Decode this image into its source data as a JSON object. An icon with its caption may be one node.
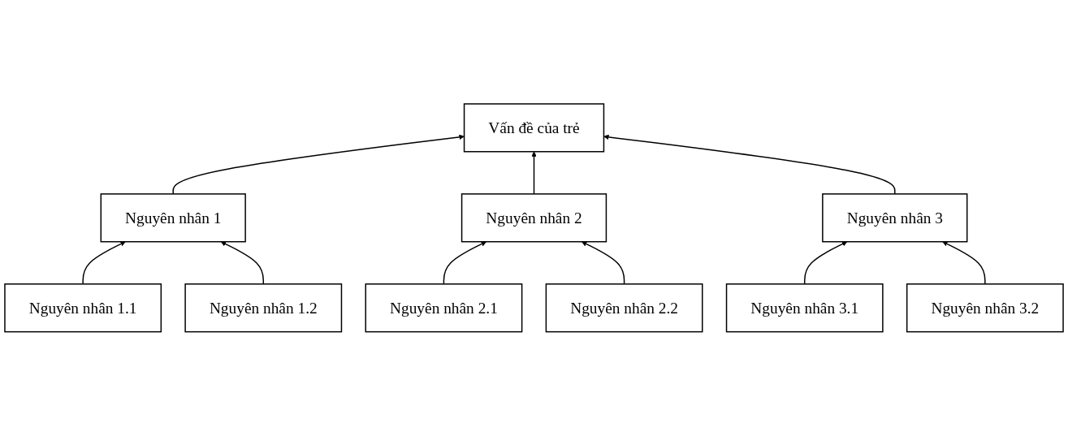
{
  "diagram": {
    "nodes": [
      {
        "text": [
          "Vấn đề của trẻ"
        ]
      },
      {
        "text": [
          "Nguyên nhân 1"
        ]
      },
      {
        "text": [
          "Nguyên nhân 2"
        ]
      },
      {
        "text": [
          "Nguyên nhân 3"
        ]
      },
      {
        "text": [
          "Nguyên nhân 1.1"
        ]
      },
      {
        "text": [
          "Nguyên nhân 1.2"
        ]
      },
      {
        "text": [
          "Nguyên nhân 2.1"
        ]
      },
      {
        "text": [
          "Nguyên nhân 2.2"
        ]
      },
      {
        "text": [
          "Nguyên nhân 3.1"
        ]
      },
      {
        "text": [
          "Nguyên nhân 3.2"
        ]
      }
    ],
    "edges": [
      {
        "from": 1,
        "to": 0,
        "arrow": "to"
      },
      {
        "from": 2,
        "to": 0,
        "arrow": "to"
      },
      {
        "from": 3,
        "to": 0,
        "arrow": "to"
      },
      {
        "from": 4,
        "to": 1,
        "arrow": "to"
      },
      {
        "from": 5,
        "to": 1,
        "arrow": "to"
      },
      {
        "from": 6,
        "to": 2,
        "arrow": "to"
      },
      {
        "from": 7,
        "to": 2,
        "arrow": "to"
      },
      {
        "from": 8,
        "to": 3,
        "arrow": "to"
      },
      {
        "from": 9,
        "to": 3,
        "arrow": "to"
      }
    ]
  }
}
